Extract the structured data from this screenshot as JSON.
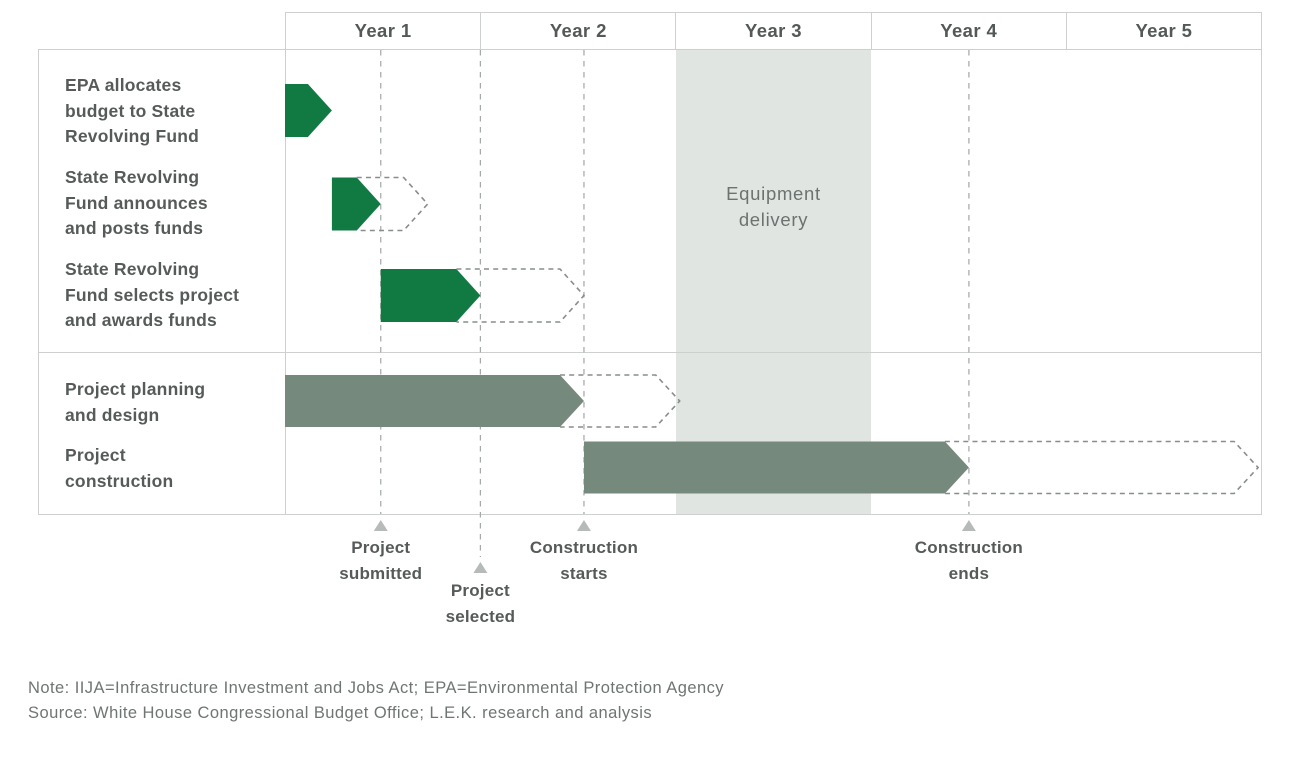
{
  "chart_data": {
    "type": "gantt",
    "x_axis": {
      "columns": [
        "Year 1",
        "Year 2",
        "Year 3",
        "Year 4",
        "Year 5"
      ],
      "range_years": [
        0,
        5
      ]
    },
    "tasks": [
      {
        "label": "EPA allocates budget to State Revolving Fund",
        "label_lines": [
          "EPA allocates",
          "budget to State",
          "Revolving Fund"
        ],
        "section": "funding",
        "start_yr": 0,
        "solid_end_yr": 0.24,
        "projected_end_yr": null,
        "color": "green"
      },
      {
        "label": "State Revolving Fund announces and posts funds",
        "label_lines": [
          "State Revolving",
          "Fund announces",
          "and posts funds"
        ],
        "section": "funding",
        "start_yr": 0.24,
        "solid_end_yr": 0.49,
        "projected_end_yr": 0.73,
        "color": "green"
      },
      {
        "label": "State Revolving Fund selects project and awards funds",
        "label_lines": [
          "State Revolving",
          "Fund selects project",
          "and awards funds"
        ],
        "section": "funding",
        "start_yr": 0.49,
        "solid_end_yr": 1.0,
        "projected_end_yr": 1.53,
        "color": "green"
      },
      {
        "label": "Project planning and design",
        "label_lines": [
          "Project planning",
          "and design"
        ],
        "section": "project",
        "start_yr": 0,
        "solid_end_yr": 1.53,
        "projected_end_yr": 2.02,
        "color": "sage"
      },
      {
        "label": "Project construction",
        "label_lines": [
          "Project",
          "construction"
        ],
        "section": "project",
        "start_yr": 1.53,
        "solid_end_yr": 3.5,
        "projected_end_yr": 4.98,
        "color": "sage"
      }
    ],
    "milestones": [
      {
        "label": "Project submitted",
        "label_lines": [
          "Project",
          "submitted"
        ],
        "x_yr": 0.49,
        "level": 1
      },
      {
        "label": "Project selected",
        "label_lines": [
          "Project",
          "selected"
        ],
        "x_yr": 1.0,
        "level": 2
      },
      {
        "label": "Construction starts",
        "label_lines": [
          "Construction",
          "starts"
        ],
        "x_yr": 1.53,
        "level": 1
      },
      {
        "label": "Construction ends",
        "label_lines": [
          "Construction",
          "ends"
        ],
        "x_yr": 3.5,
        "level": 1
      }
    ],
    "band": {
      "label": "Equipment delivery",
      "label_lines": [
        "Equipment",
        "delivery"
      ],
      "start_yr": 2.0,
      "end_yr": 3.0
    }
  },
  "footer": {
    "note": "Note: IIJA=Infrastructure Investment and Jobs Act; EPA=Environmental Protection Agency",
    "source": "Source: White House Congressional Budget Office; L.E.K. research and analysis"
  },
  "colors": {
    "solid_green": "#117a42",
    "solid_sage": "#75897c",
    "band_gray": "#e1e5e2",
    "border_gray": "#cdd0cf",
    "gridline_dash_gray": "#a5aaa8",
    "outline_dash_gray": "#878d8a",
    "triangle_gray": "#b6bbb9",
    "text_dark": "#565b5a",
    "text_muted": "#6c7270",
    "text_note": "#6f7573"
  }
}
